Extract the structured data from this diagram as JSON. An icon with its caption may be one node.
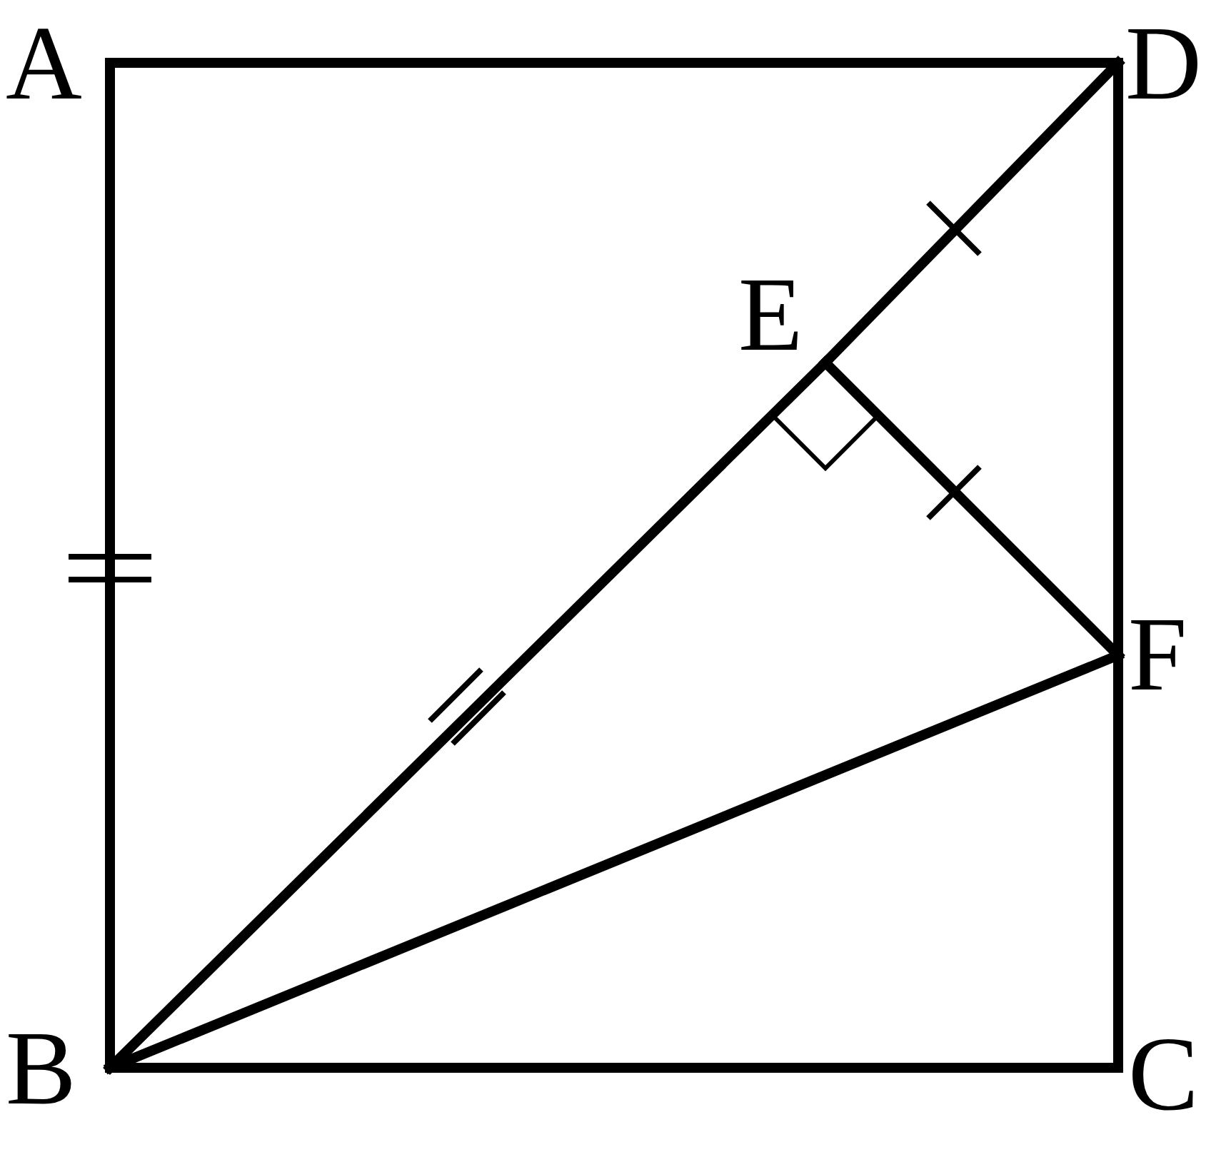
{
  "diagram": {
    "nodes": [
      {
        "text": [
          "A"
        ]
      },
      {
        "text": [
          "D"
        ]
      },
      {
        "text": [
          "E"
        ]
      },
      {
        "text": [
          "F"
        ]
      },
      {
        "text": [
          "B"
        ]
      },
      {
        "text": [
          "C"
        ]
      }
    ],
    "edges": [
      {
        "from": 0,
        "to": 1,
        "arrow": "none"
      },
      {
        "from": 0,
        "to": 4,
        "arrow": "none"
      },
      {
        "from": 4,
        "to": 5,
        "arrow": "none"
      },
      {
        "from": 1,
        "to": 3,
        "arrow": "none"
      },
      {
        "from": 3,
        "to": 5,
        "arrow": "none"
      },
      {
        "from": 4,
        "to": 2,
        "arrow": "none"
      },
      {
        "from": 2,
        "to": 1,
        "arrow": "none"
      },
      {
        "from": 2,
        "to": 3,
        "arrow": "none"
      },
      {
        "from": 4,
        "to": 3,
        "arrow": "none"
      }
    ]
  }
}
